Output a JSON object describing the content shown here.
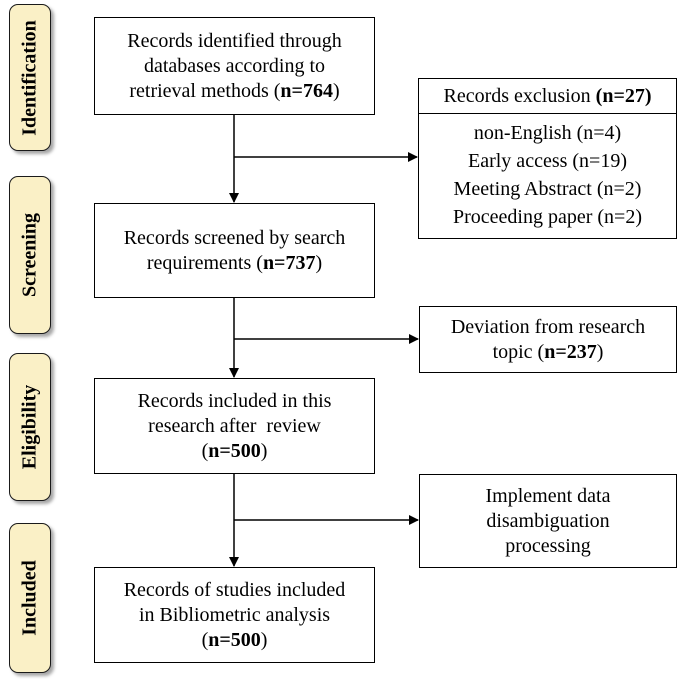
{
  "stages": [
    {
      "label": "Identification"
    },
    {
      "label": "Screening"
    },
    {
      "label": "Eligibility"
    },
    {
      "label": "Included"
    }
  ],
  "boxes": {
    "identified": {
      "line1": "Records identified through",
      "line2": "databases according to",
      "line3": "retrieval methods (",
      "count": "n=764",
      "close": ")"
    },
    "screened": {
      "line1": "Records screened by search",
      "line2": "requirements (",
      "count": "n=737",
      "close": ")"
    },
    "included_review": {
      "line1": "Records included in this",
      "line2": "research after  review",
      "open": "(",
      "count": "n=500",
      "close": ")"
    },
    "bibliometric": {
      "line1": "Records of studies included",
      "line2": "in Bibliometric analysis",
      "open": "(",
      "count": "n=500",
      "close": ")"
    }
  },
  "side_boxes": {
    "exclusion": {
      "title": "Records exclusion ",
      "count": "(n=27)",
      "items": [
        "non-English (n=4)",
        "Early access (n=19)",
        "Meeting Abstract (n=2)",
        "Proceeding paper (n=2)"
      ]
    },
    "deviation": {
      "line1": "Deviation from research",
      "line2": "topic (",
      "count": "n=237",
      "close": ")"
    },
    "disambiguation": {
      "line1": "Implement data",
      "line2": "disambiguation",
      "line3": "processing"
    }
  }
}
